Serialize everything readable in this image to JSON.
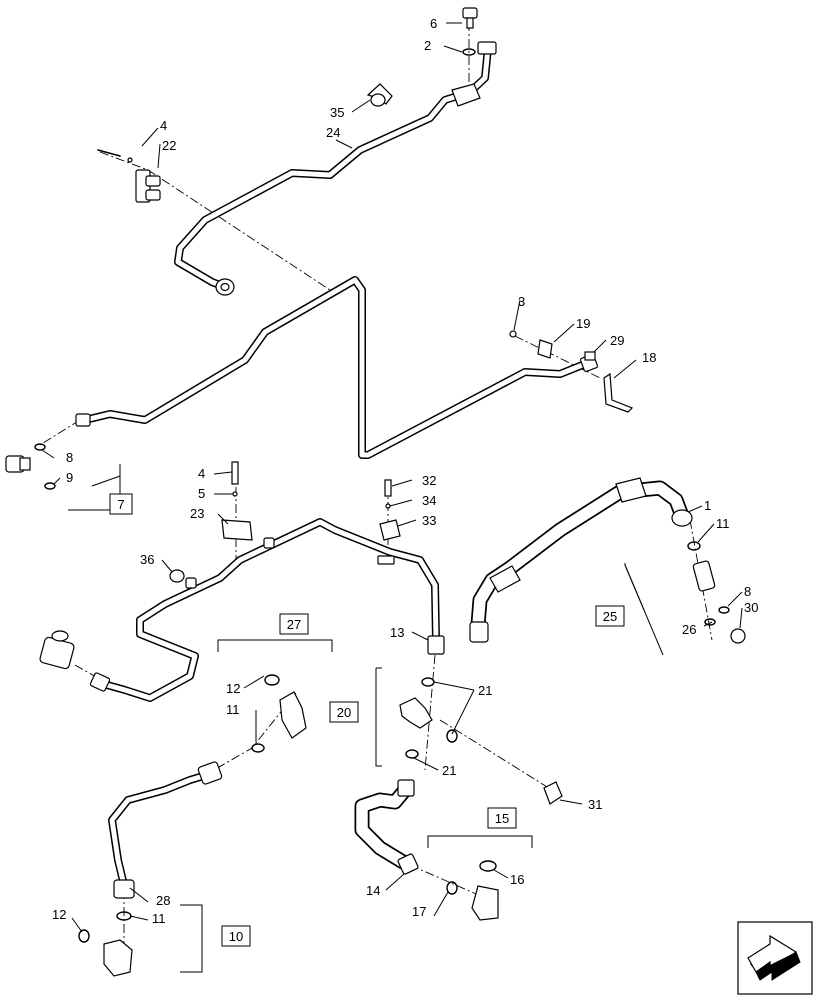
{
  "callouts": [
    {
      "id": "c6",
      "text": "6"
    },
    {
      "id": "c2",
      "text": "2"
    },
    {
      "id": "c35",
      "text": "35"
    },
    {
      "id": "c24",
      "text": "24"
    },
    {
      "id": "c4a",
      "text": "4"
    },
    {
      "id": "c22",
      "text": "22"
    },
    {
      "id": "c3",
      "text": "3"
    },
    {
      "id": "c19",
      "text": "19"
    },
    {
      "id": "c29",
      "text": "29"
    },
    {
      "id": "c18",
      "text": "18"
    },
    {
      "id": "c8a",
      "text": "8"
    },
    {
      "id": "c9",
      "text": "9"
    },
    {
      "id": "c4b",
      "text": "4"
    },
    {
      "id": "c5",
      "text": "5"
    },
    {
      "id": "c23",
      "text": "23"
    },
    {
      "id": "c32",
      "text": "32"
    },
    {
      "id": "c34",
      "text": "34"
    },
    {
      "id": "c33",
      "text": "33"
    },
    {
      "id": "c1",
      "text": "1"
    },
    {
      "id": "c11a",
      "text": "11"
    },
    {
      "id": "c36",
      "text": "36"
    },
    {
      "id": "c8b",
      "text": "8"
    },
    {
      "id": "c30",
      "text": "30"
    },
    {
      "id": "c26",
      "text": "26"
    },
    {
      "id": "c13",
      "text": "13"
    },
    {
      "id": "c12a",
      "text": "12"
    },
    {
      "id": "c11b",
      "text": "11"
    },
    {
      "id": "c21a",
      "text": "21"
    },
    {
      "id": "c21b",
      "text": "21"
    },
    {
      "id": "c31",
      "text": "31"
    },
    {
      "id": "c16",
      "text": "16"
    },
    {
      "id": "c14",
      "text": "14"
    },
    {
      "id": "c17",
      "text": "17"
    },
    {
      "id": "c28",
      "text": "28"
    },
    {
      "id": "c12b",
      "text": "12"
    },
    {
      "id": "c11c",
      "text": "11"
    }
  ],
  "kit_boxes": [
    {
      "id": "k7",
      "text": "7"
    },
    {
      "id": "k27",
      "text": "27"
    },
    {
      "id": "k20",
      "text": "20"
    },
    {
      "id": "k25",
      "text": "25"
    },
    {
      "id": "k15",
      "text": "15"
    },
    {
      "id": "k10",
      "text": "10"
    }
  ],
  "icons": {
    "navigation": "next-page-arrow-icon"
  }
}
